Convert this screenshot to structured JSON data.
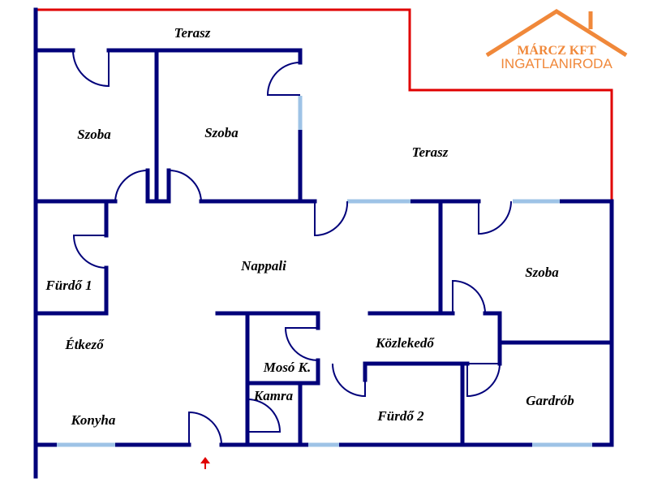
{
  "colors": {
    "wall": "#00007a",
    "window": "#9ec3e6",
    "terrace_outline": "#e00000",
    "entrance_arrow": "#e00000",
    "logo": "#f0883a"
  },
  "logo": {
    "name": "MÁRCZ KFT",
    "subtitle": "INGATLANIRODA"
  },
  "rooms": {
    "terasz_top": "Terasz",
    "terasz_right": "Terasz",
    "szoba_1": "Szoba",
    "szoba_2": "Szoba",
    "szoba_3": "Szoba",
    "nappali": "Nappali",
    "furdo_1": "Fürdő 1",
    "etkezo": "Étkező",
    "konyha": "Konyha",
    "moso": "Mosó K.",
    "kamra": "Kamra",
    "kozlekedo": "Közlekedő",
    "furdo_2": "Fürdő 2",
    "gardrob": "Gardrób"
  }
}
